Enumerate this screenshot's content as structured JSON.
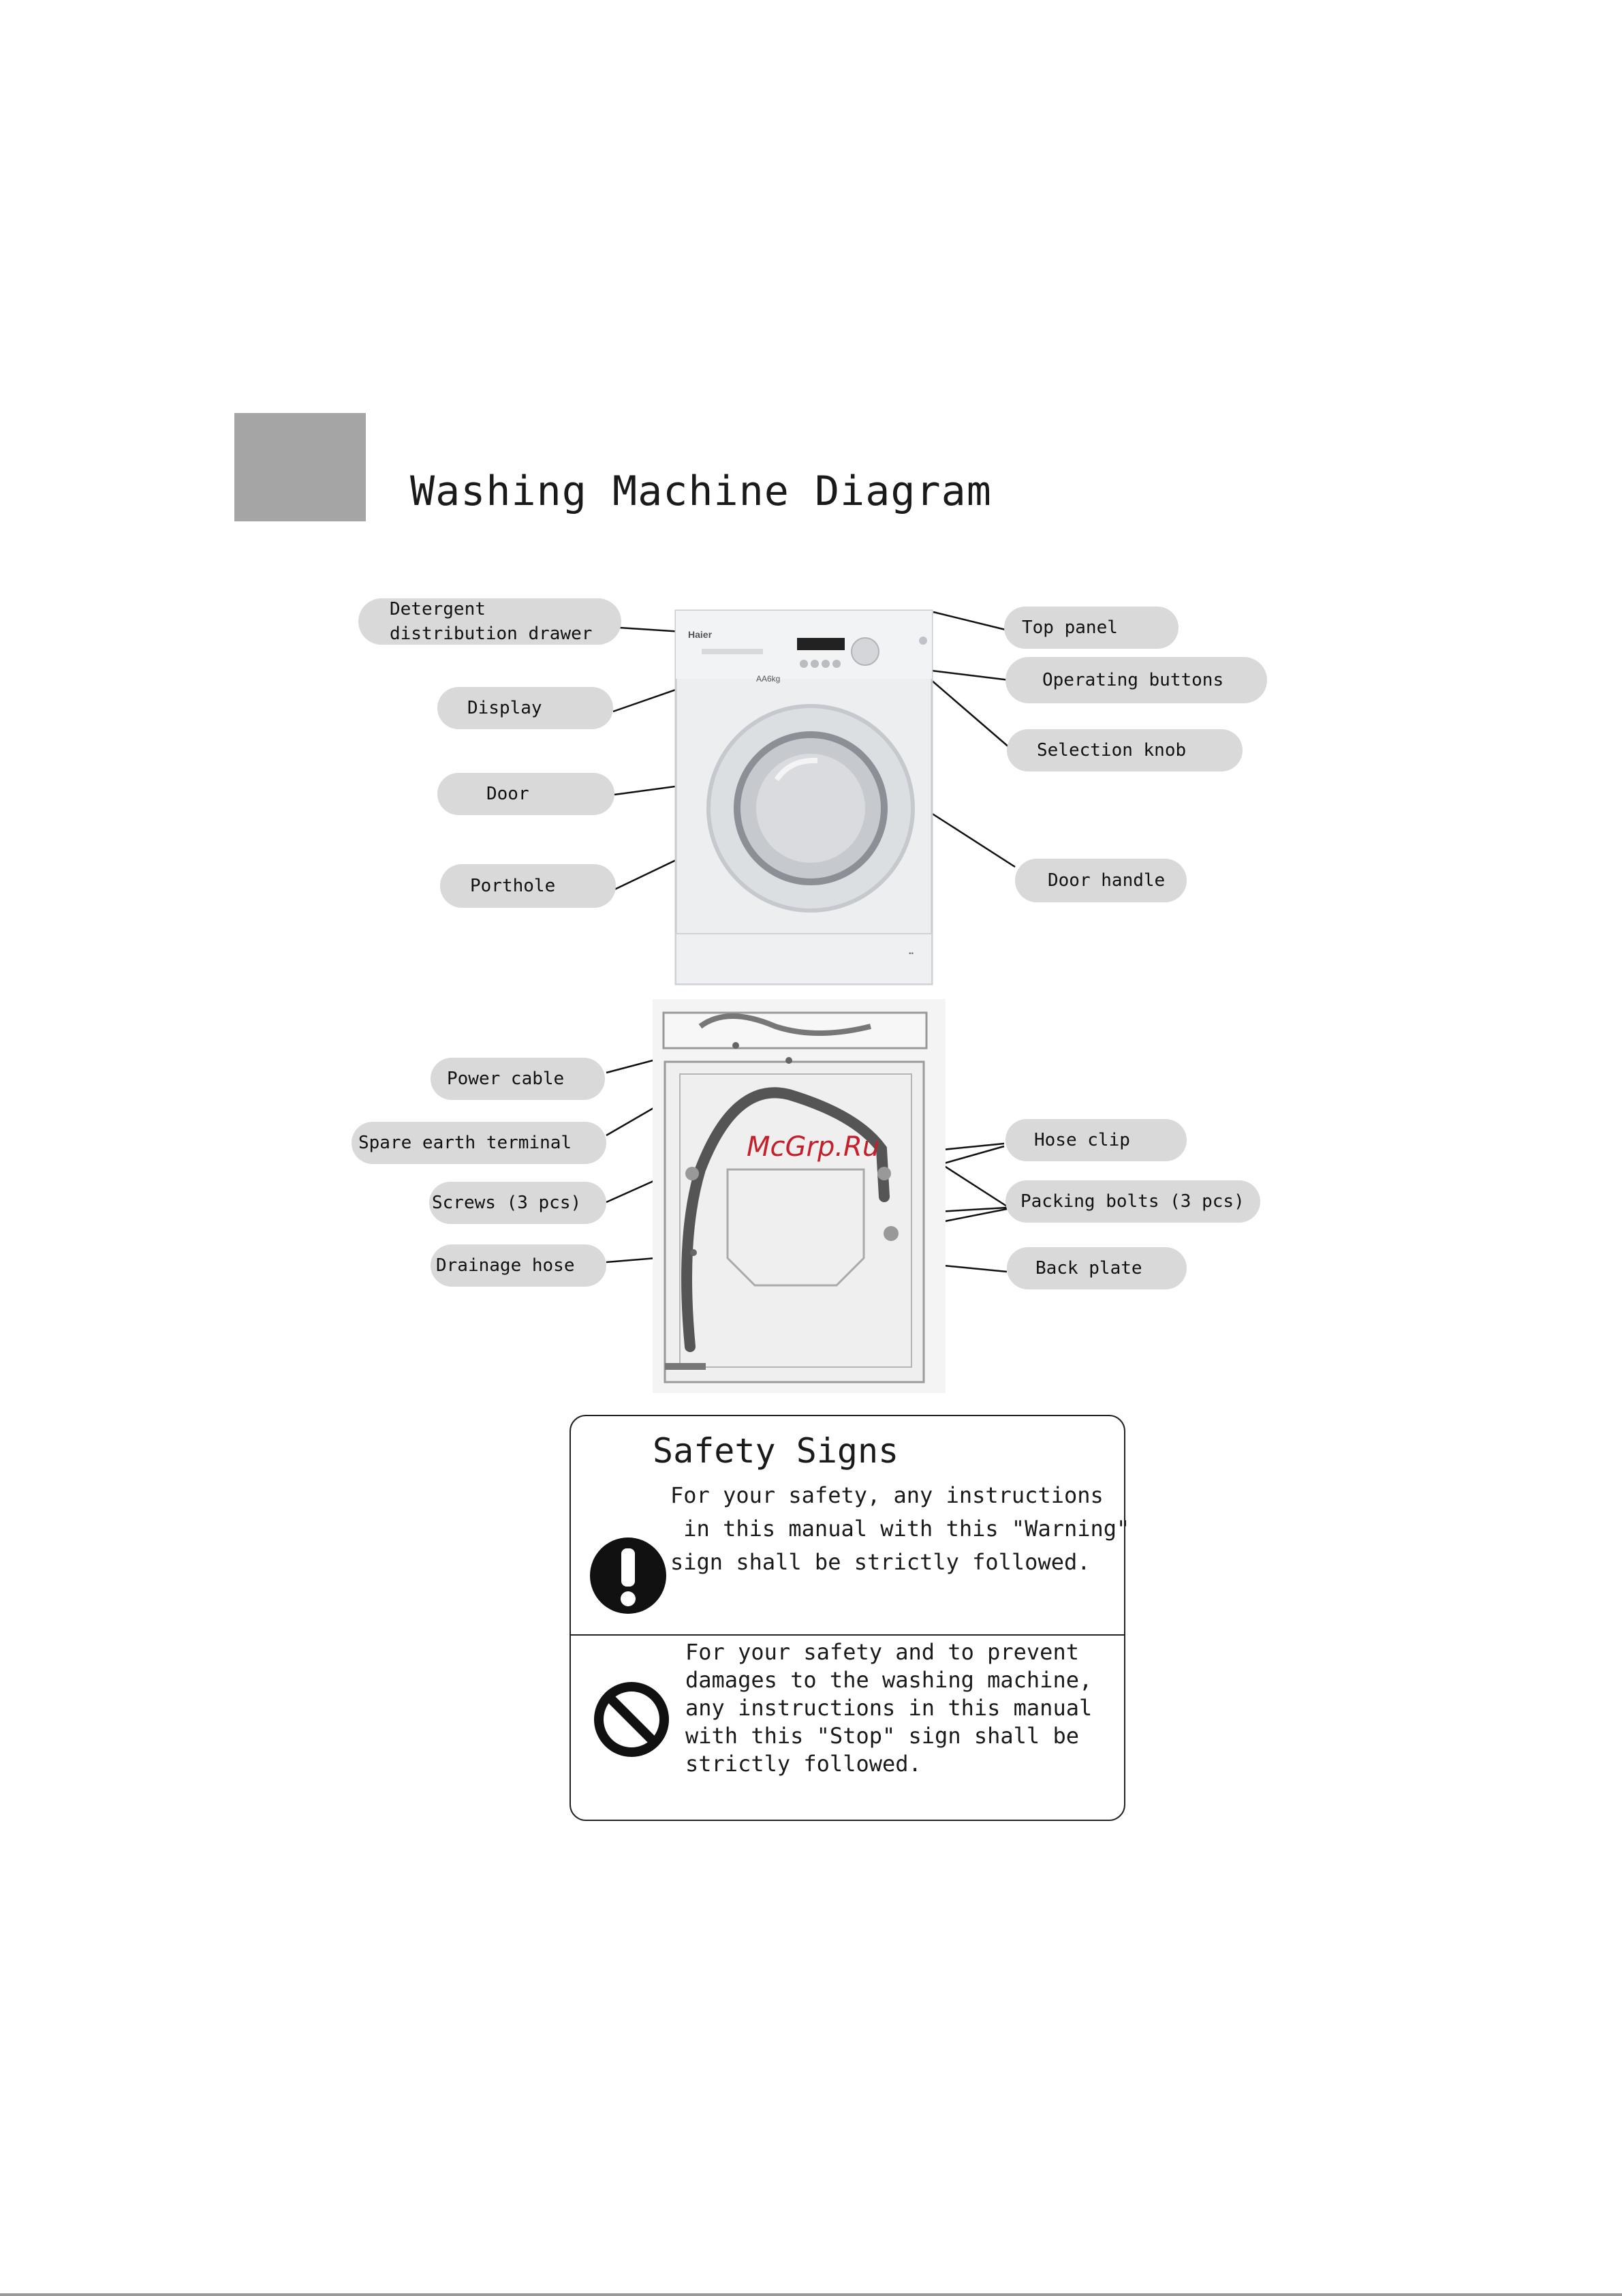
{
  "title": "Washing Machine Diagram",
  "front_labels": {
    "detergent": "Detergent\ndistribution drawer",
    "display": "Display",
    "door": "Door",
    "porthole": "Porthole",
    "top_panel": "Top panel",
    "operating_buttons": "Operating buttons",
    "selection_knob": "Selection knob",
    "door_handle": "Door handle"
  },
  "machine_front": {
    "brand": "Haier",
    "model": "AA6kg"
  },
  "back_labels": {
    "power_cable": "Power cable",
    "spare_earth": "Spare earth terminal",
    "screws": "Screws (3 pcs)",
    "drainage_hose": "Drainage hose",
    "hose_clip": "Hose clip",
    "packing_bolts": "Packing bolts (3 pcs)",
    "back_plate": "Back plate"
  },
  "watermark": "McGrp.Ru",
  "safety": {
    "title": "Safety Signs",
    "warning_text": "For your safety, any instructions\n in this manual with this \"Warning\"\nsign shall be strictly followed.",
    "stop_text": "For your safety and to prevent\ndamages to the washing machine,\nany instructions in this manual\nwith this \"Stop\" sign shall be\nstrictly followed."
  },
  "icons": {
    "warning": "exclamation-icon",
    "stop": "prohibition-icon"
  }
}
